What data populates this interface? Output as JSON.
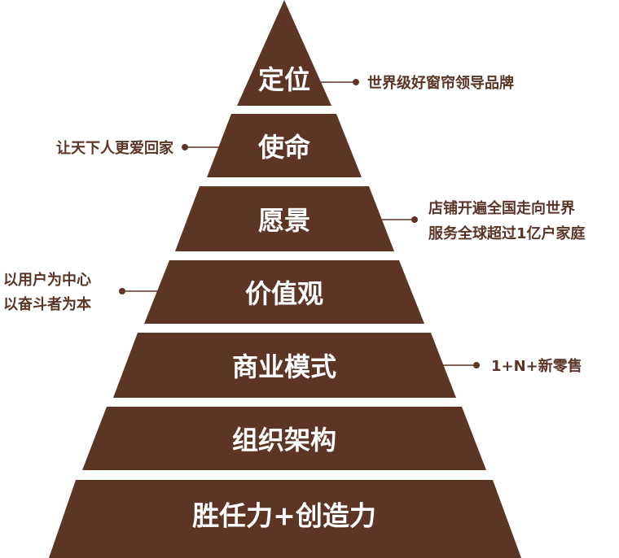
{
  "theme": {
    "tier_color": "#5c3524",
    "line_color": "#5c3524",
    "text_color": "#5a3526"
  },
  "tiers": [
    {
      "id": "tier-positioning",
      "label": "定位"
    },
    {
      "id": "tier-mission",
      "label": "使命"
    },
    {
      "id": "tier-vision",
      "label": "愿景"
    },
    {
      "id": "tier-values",
      "label": "价值观"
    },
    {
      "id": "tier-business-model",
      "label": "商业模式"
    },
    {
      "id": "tier-organization",
      "label": "组织架构"
    },
    {
      "id": "tier-competence",
      "label": "胜任力+创造力"
    }
  ],
  "callouts": {
    "positioning": {
      "lines": [
        "世界级好窗帘领导品牌"
      ]
    },
    "mission": {
      "lines": [
        "让天下人更爱回家"
      ]
    },
    "vision": {
      "lines": [
        "店铺开遍全国走向世界",
        "服务全球超过1亿户家庭"
      ]
    },
    "values": {
      "lines": [
        "以用户为中心",
        "以奋斗者为本"
      ]
    },
    "business_model": {
      "lines": [
        "1+N+新零售"
      ]
    }
  }
}
